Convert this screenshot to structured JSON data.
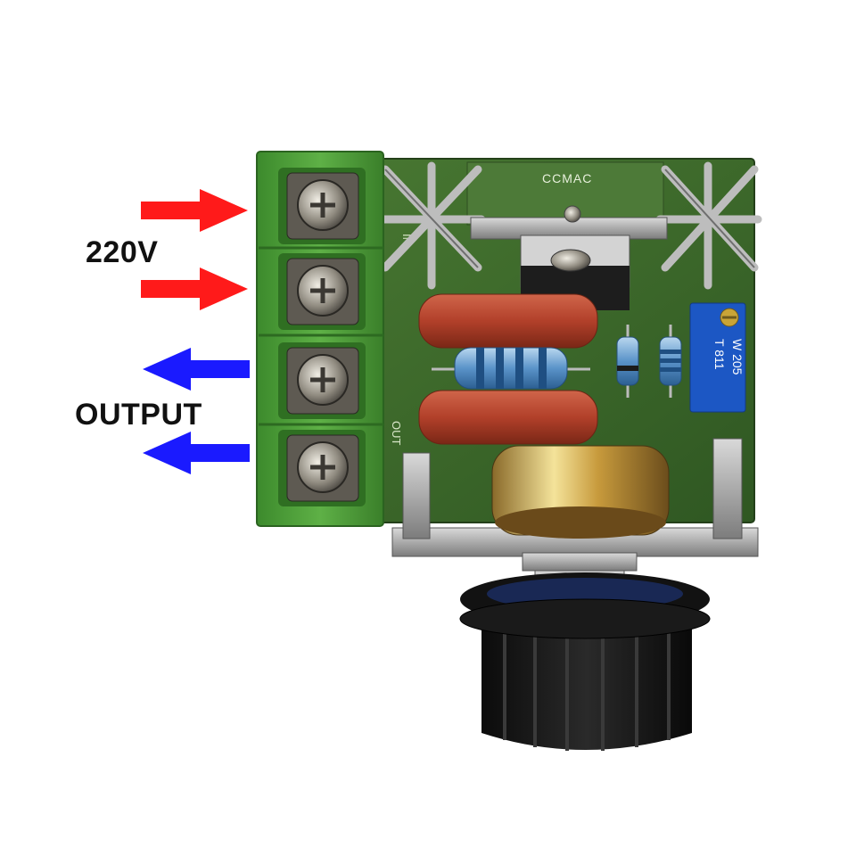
{
  "labels": {
    "input": "220V",
    "output": "OUTPUT"
  },
  "pcb": {
    "heatsink_marking": "CCMAC",
    "in_marking": "IN",
    "out_marking": "OUT",
    "trimmer_marking": "W 205",
    "trimmer_marking_2": "T 811"
  },
  "colors": {
    "input_arrow": "#ff1a1a",
    "output_arrow": "#1a1aff",
    "pcb_green": "#3f6a2c",
    "terminal_green": "#4e9a3a",
    "capacitor": "#b5432a",
    "knob": "#151515"
  },
  "icons": {
    "input_arrows": "arrow-right-icon",
    "output_arrows": "arrow-left-icon"
  }
}
